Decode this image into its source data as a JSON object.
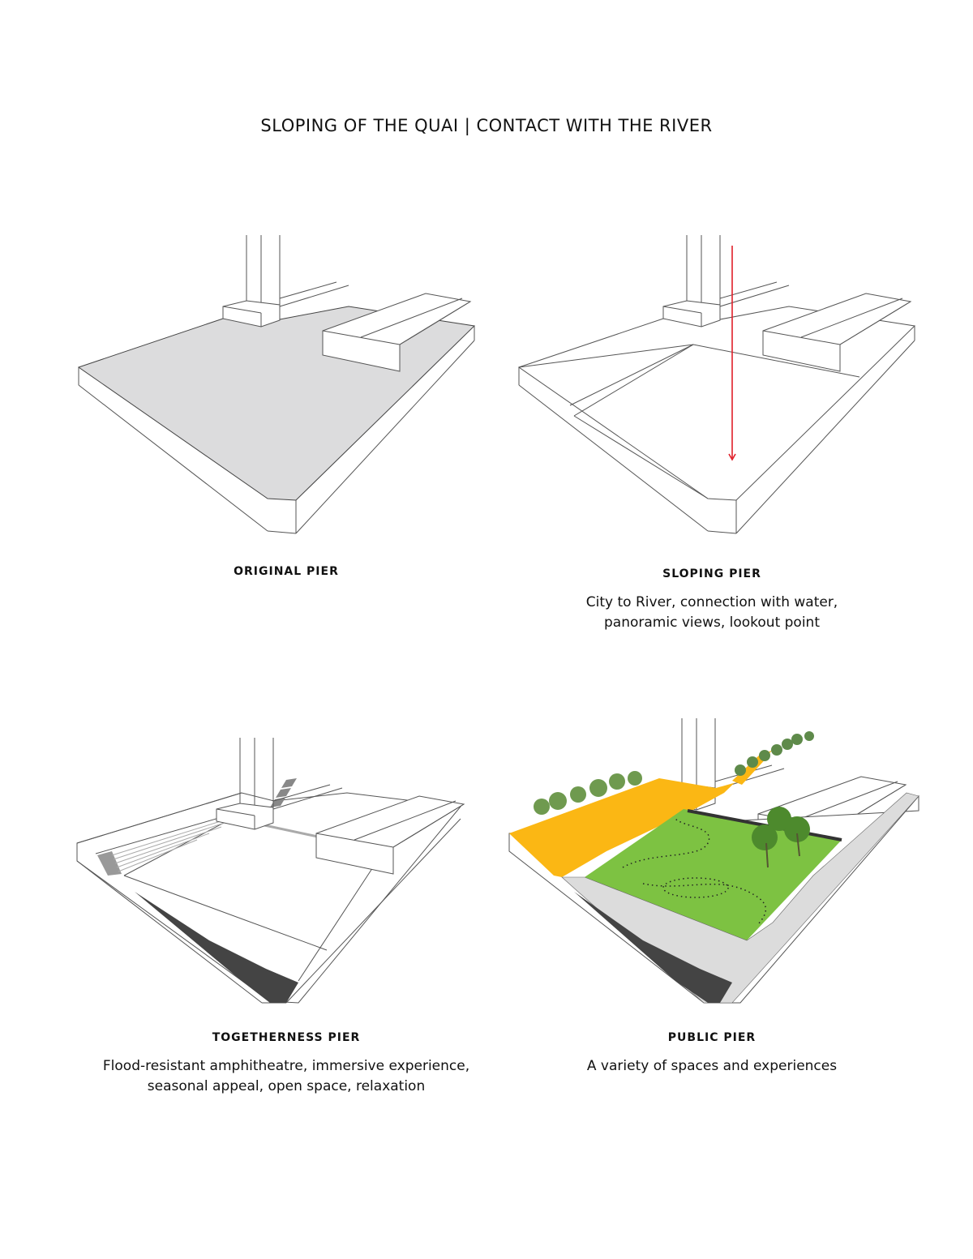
{
  "title": "SLOPING OF THE QUAI | CONTACT WITH THE RIVER",
  "panels": [
    {
      "label": "ORIGINAL PIER",
      "description": []
    },
    {
      "label": "SLOPING PIER",
      "description": [
        "City to River, connection with water,",
        "panoramic views, lookout point"
      ]
    },
    {
      "label": "TOGETHERNESS PIER",
      "description": [
        "Flood-resistant amphitheatre, immersive experience,",
        "seasonal appeal, open space, relaxation"
      ]
    },
    {
      "label": "PUBLIC PIER",
      "description": [
        "A variety of spaces and experiences"
      ]
    }
  ],
  "colors": {
    "pier_grey": "#dcdcdd",
    "arrow_red": "#e0202a",
    "yellow": "#fbb714",
    "green": "#7dc242",
    "steps_dark": "#444444",
    "walk_grey": "#dcdcdc"
  }
}
